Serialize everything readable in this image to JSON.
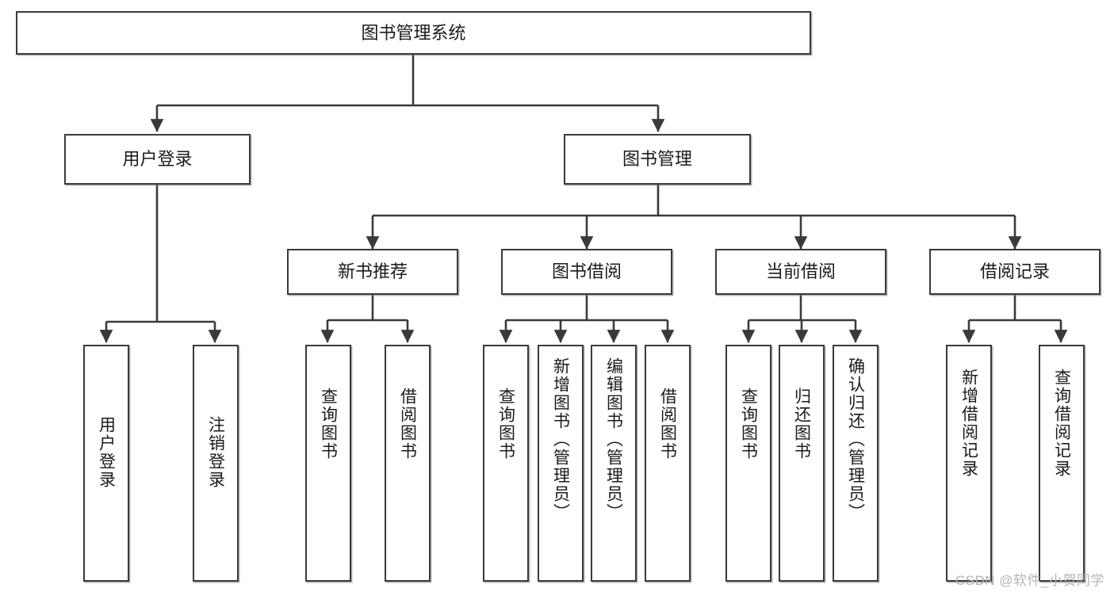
{
  "diagram": {
    "type": "tree-hierarchy-chart",
    "title": "图书管理系统",
    "line_color": "#3a3a3a",
    "box_border_color": "#3a3a3a",
    "box_fill_color": "#ffffff",
    "text_color": "#1b1b1b",
    "levels": {
      "level1": [
        {
          "id": "root",
          "label": "图书管理系统",
          "orientation": "horizontal"
        }
      ],
      "level2": [
        {
          "id": "user-login",
          "label": "用户登录",
          "orientation": "horizontal"
        },
        {
          "id": "book-management",
          "label": "图书管理",
          "orientation": "horizontal"
        }
      ],
      "level3": [
        {
          "id": "new-book-recommend",
          "label": "新书推荐",
          "orientation": "horizontal"
        },
        {
          "id": "book-borrow",
          "label": "图书借阅",
          "orientation": "horizontal"
        },
        {
          "id": "current-borrow",
          "label": "当前借阅",
          "orientation": "horizontal"
        },
        {
          "id": "borrow-record",
          "label": "借阅记录",
          "orientation": "horizontal"
        }
      ],
      "level4": [
        {
          "id": "leaf-user-login",
          "label": "用户登录",
          "parent": "user-login",
          "orientation": "vertical"
        },
        {
          "id": "leaf-logout-login",
          "label": "注销登录",
          "parent": "user-login",
          "orientation": "vertical"
        },
        {
          "id": "leaf-query-book-1",
          "label": "查询图书",
          "parent": "new-book-recommend",
          "orientation": "vertical"
        },
        {
          "id": "leaf-borrow-book-1",
          "label": "借阅图书",
          "parent": "new-book-recommend",
          "orientation": "vertical"
        },
        {
          "id": "leaf-query-book-2",
          "label": "查询图书",
          "parent": "book-borrow",
          "orientation": "vertical"
        },
        {
          "id": "leaf-add-book",
          "label": "新增图书（管理员）",
          "parent": "book-borrow",
          "orientation": "vertical"
        },
        {
          "id": "leaf-edit-book",
          "label": "编辑图书（管理员）",
          "parent": "book-borrow",
          "orientation": "vertical"
        },
        {
          "id": "leaf-borrow-book-2",
          "label": "借阅图书",
          "parent": "book-borrow",
          "orientation": "vertical"
        },
        {
          "id": "leaf-query-book-3",
          "label": "查询图书",
          "parent": "current-borrow",
          "orientation": "vertical"
        },
        {
          "id": "leaf-return-book",
          "label": "归还图书",
          "parent": "current-borrow",
          "orientation": "vertical"
        },
        {
          "id": "leaf-confirm-return",
          "label": "确认归还（管理员）",
          "parent": "current-borrow",
          "orientation": "vertical"
        },
        {
          "id": "leaf-add-record",
          "label": "新增借阅记录",
          "parent": "borrow-record",
          "orientation": "vertical"
        },
        {
          "id": "leaf-query-record",
          "label": "查询借阅记录",
          "parent": "borrow-record",
          "orientation": "vertical"
        }
      ]
    }
  },
  "watermark": {
    "text": "CSDN @软件_小贺同学"
  }
}
